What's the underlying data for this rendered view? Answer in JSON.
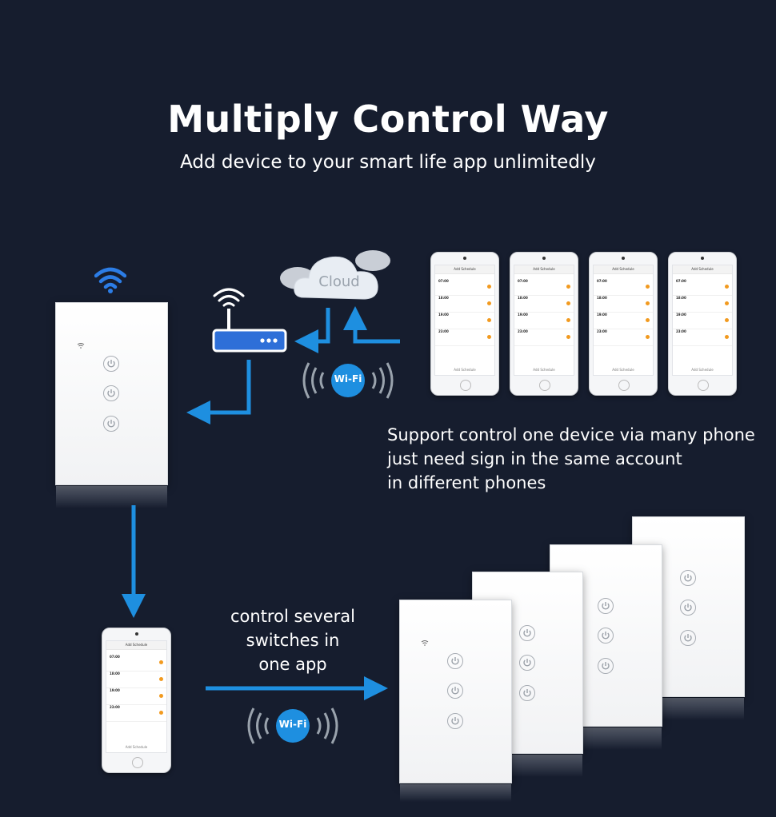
{
  "header": {
    "title": "Multiply Control Way",
    "subtitle": "Add device to your smart life app unlimitedly"
  },
  "cloud": {
    "label": "Cloud"
  },
  "wifi_badge": {
    "label": "Wi-Fi"
  },
  "description": {
    "lines": [
      "Support control one device via many phone",
      "just need sign in the same account",
      "in different phones"
    ]
  },
  "middle_text": {
    "lines": [
      "control several",
      "switches in",
      "one app"
    ]
  },
  "phone_app": {
    "screen_title": "Add Schedule",
    "footer": "Add Schedule",
    "rows": [
      "07:00",
      "18:00",
      "19:00",
      "23:00"
    ]
  },
  "colors": {
    "background": "#161d2e",
    "arrow": "#1e8fe0",
    "router": "#2e6fd8",
    "toggle": "#f29a1f"
  }
}
